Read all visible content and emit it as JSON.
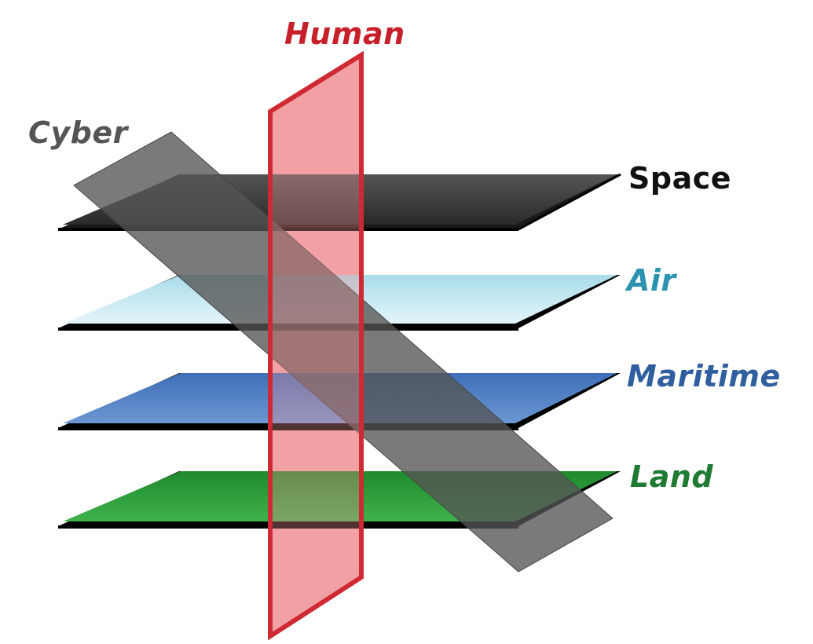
{
  "labels": {
    "human": "Human",
    "cyber": "Cyber",
    "space": "Space",
    "air": "Air",
    "maritime": "Maritime",
    "land": "Land"
  },
  "colors": {
    "human_label": "#c8202a",
    "human_plane_fill": "#ef8f93",
    "human_plane_edge": "#cf2a33",
    "cyber_label": "#555555",
    "cyber_plane": "#5a5a5a",
    "space_label": "#111111",
    "space_plane": "#3a3a3a",
    "air_label": "#2b93b0",
    "air_plane": "#c6e9f3",
    "maritime_label": "#2f5f9e",
    "maritime_plane": "#4d7cc1",
    "land_label": "#1f7a34",
    "land_plane": "#2e9e3a"
  }
}
